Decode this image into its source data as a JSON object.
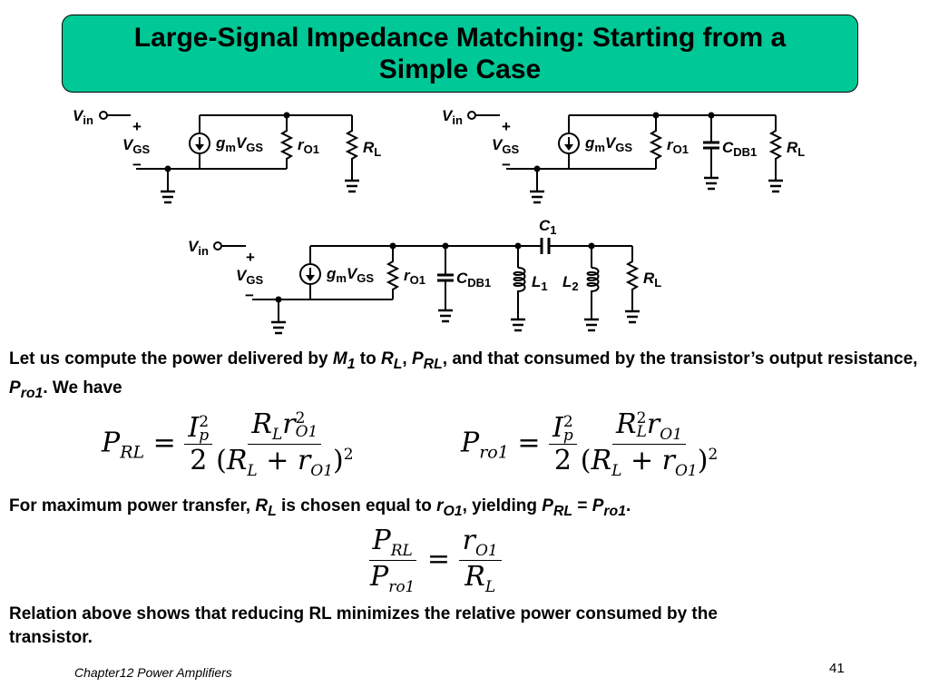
{
  "title": {
    "line1": "Large-Signal Impedance Matching: Starting from a",
    "line2": "Simple Case"
  },
  "circuits": {
    "vin": "V",
    "vin_sub": "in",
    "plus": "+",
    "minus": "−",
    "vgs": "V",
    "vgs_sub": "GS",
    "gm": "g",
    "gm_sub": "m",
    "ro": "r",
    "ro_sub": "O1",
    "rl": "R",
    "rl_sub": "L",
    "cdb": "C",
    "cdb_sub": "DB1",
    "c1": "C",
    "c1_sub": "1",
    "l1": "L",
    "l1_sub": "1",
    "l2": "L",
    "l2_sub": "2"
  },
  "paragraph1": {
    "t1": "Let us compute the power delivered by ",
    "m1": "M",
    "m1_sub": "1",
    "t2": " to ",
    "rl": "R",
    "rl_sub": "L",
    "t3": ", ",
    "prl": "P",
    "prl_sub": "RL",
    "t4": ", and that consumed by the transistor’s output resistance, ",
    "pro": "P",
    "pro_sub": "ro1",
    "t5": ". We have"
  },
  "equation1": {
    "lhs": "P",
    "lhs_sub": "RL",
    "eq": "=",
    "num1": "I",
    "num1_sup": "2",
    "num1_sub": "p",
    "den1": "2",
    "num2": "R",
    "num2_sub": "L",
    "num2_b": "r",
    "num2_b_sup": "2",
    "num2_b_sub": "O1",
    "den2_open": "(",
    "den2_r": "R",
    "den2_r_sub": "L",
    "den2_plus": " + ",
    "den2_ro": "r",
    "den2_ro_sub": "O1",
    "den2_close": ")",
    "den2_sup": "2"
  },
  "equation2": {
    "lhs": "P",
    "lhs_sub": "ro1",
    "eq": "=",
    "num1": "I",
    "num1_sup": "2",
    "num1_sub": "p",
    "den1": "2",
    "num2": "R",
    "num2_sup": "2",
    "num2_sub": "L",
    "num2_b": "r",
    "num2_b_sub": "O1",
    "den2_open": "(",
    "den2_r": "R",
    "den2_r_sub": "L",
    "den2_plus": " + ",
    "den2_ro": "r",
    "den2_ro_sub": "O1",
    "den2_close": ")",
    "den2_sup": "2"
  },
  "paragraph2": {
    "t1": "For maximum power transfer, ",
    "rl": "R",
    "rl_sub": "L",
    "t2": " is chosen equal to ",
    "ro": "r",
    "ro_sub": "O1",
    "t3": ", yielding ",
    "prl": "P",
    "prl_sub": "RL",
    "t4": " = ",
    "pro": "P",
    "pro_sub": "ro1",
    "t5": "."
  },
  "equation3": {
    "n1": "P",
    "n1_sub": "RL",
    "d1": "P",
    "d1_sub": "ro1",
    "eq": "=",
    "n2": "r",
    "n2_sub": "O1",
    "d2": "R",
    "d2_sub": "L"
  },
  "paragraph3": {
    "line1": "Relation above shows that reducing RL minimizes the relative power consumed by the",
    "line2": "transistor."
  },
  "footer": {
    "chapter": "Chapter12 Power Amplifiers",
    "page": "41"
  }
}
